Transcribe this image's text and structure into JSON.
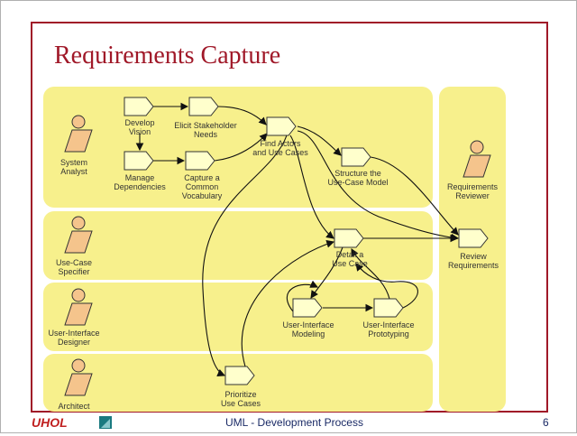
{
  "slide": {
    "title": "Requirements Capture",
    "footer": "UML  - Development Process",
    "page_number": "6",
    "logo_text": "UHOL"
  },
  "colors": {
    "accent": "#a01828",
    "lane_fill": "#f7f08c",
    "shape_fill": "#ffffcc",
    "actor_fill": "#f5c48c",
    "footer_text": "#1a2a66"
  },
  "roles": [
    {
      "id": "system-analyst",
      "lines": [
        "System",
        "Analyst"
      ]
    },
    {
      "id": "use-case-specifier",
      "lines": [
        "Use-Case",
        "Specifier"
      ]
    },
    {
      "id": "user-interface-designer",
      "lines": [
        "User-Interface",
        "Designer"
      ]
    },
    {
      "id": "architect",
      "lines": [
        "Architect"
      ]
    },
    {
      "id": "requirements-reviewer",
      "lines": [
        "Requirements",
        "Reviewer"
      ]
    }
  ],
  "activities": [
    {
      "id": "develop-vision",
      "lines": [
        "Develop",
        "Vision"
      ]
    },
    {
      "id": "elicit-stakeholder-needs",
      "lines": [
        "Elicit Stakeholder",
        "Needs"
      ]
    },
    {
      "id": "find-actors-use-cases",
      "lines": [
        "Find Actors",
        "and Use Cases"
      ]
    },
    {
      "id": "manage-dependencies",
      "lines": [
        "Manage",
        "Dependencies"
      ]
    },
    {
      "id": "capture-vocabulary",
      "lines": [
        "Capture a",
        "Common",
        "Vocabulary"
      ]
    },
    {
      "id": "structure-use-case-model",
      "lines": [
        "Structure the",
        "Use-Case Model"
      ]
    },
    {
      "id": "detail-use-case",
      "lines": [
        "Detail a",
        "Use Case"
      ]
    },
    {
      "id": "review-requirements",
      "lines": [
        "Review",
        "Requirements"
      ]
    },
    {
      "id": "ui-modeling",
      "lines": [
        "User-Interface",
        "Modeling"
      ]
    },
    {
      "id": "ui-prototyping",
      "lines": [
        "User-Interface",
        "Prototyping"
      ]
    },
    {
      "id": "prioritize-use-cases",
      "lines": [
        "Prioritize",
        "Use Cases"
      ]
    }
  ],
  "flows": [
    {
      "from": "develop-vision",
      "to": "manage-dependencies"
    },
    {
      "from": "develop-vision",
      "to": "elicit-stakeholder-needs"
    },
    {
      "from": "elicit-stakeholder-needs",
      "to": "find-actors-use-cases"
    },
    {
      "from": "manage-dependencies",
      "to": "capture-vocabulary"
    },
    {
      "from": "capture-vocabulary",
      "to": "find-actors-use-cases"
    },
    {
      "from": "find-actors-use-cases",
      "to": "structure-use-case-model"
    },
    {
      "from": "find-actors-use-cases",
      "to": "detail-use-case"
    },
    {
      "from": "find-actors-use-cases",
      "to": "review-requirements"
    },
    {
      "from": "find-actors-use-cases",
      "to": "prioritize-use-cases"
    },
    {
      "from": "structure-use-case-model",
      "to": "review-requirements"
    },
    {
      "from": "detail-use-case",
      "to": "review-requirements"
    },
    {
      "from": "detail-use-case",
      "to": "ui-modeling"
    },
    {
      "from": "ui-modeling",
      "to": "ui-prototyping"
    },
    {
      "from": "ui-prototyping",
      "to": "detail-use-case"
    },
    {
      "from": "prioritize-use-cases",
      "to": "detail-use-case"
    }
  ]
}
